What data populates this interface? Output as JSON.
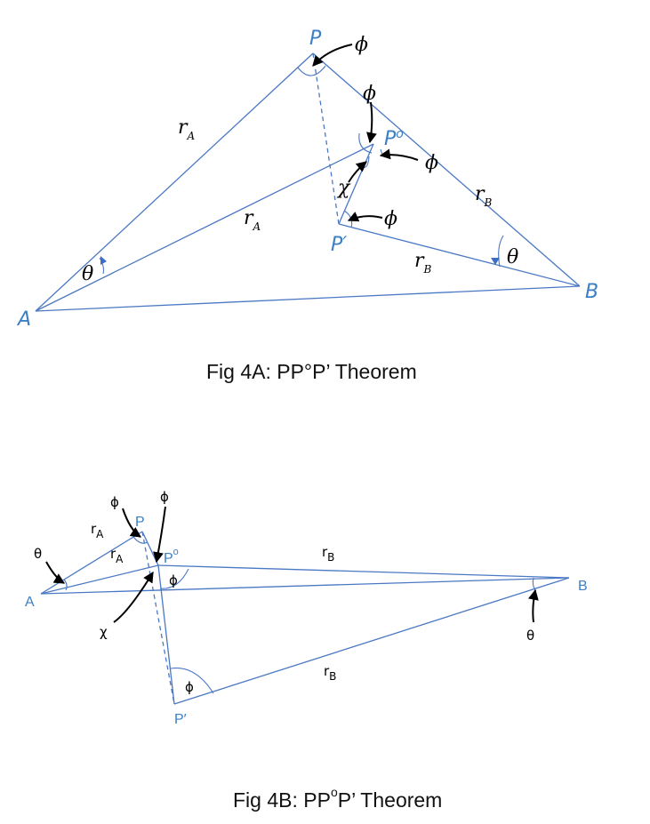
{
  "fig_a": {
    "points": {
      "P": "P",
      "Po": "P",
      "Po_sup": "o",
      "Pprime": "P′",
      "A": "A",
      "B": "B"
    },
    "labels": {
      "rA_1": "r",
      "rA_1_sub": "A",
      "rA_2": "r",
      "rA_2_sub": "A",
      "rB_1": "r",
      "rB_1_sub": "B",
      "rB_2": "r",
      "rB_2_sub": "B",
      "phi_top": "ϕ",
      "phi_mid": "ϕ",
      "phi_right": "ϕ",
      "phi_low": "ϕ",
      "chi": "χ",
      "theta_left": "θ",
      "theta_right": "θ"
    },
    "caption": "Fig 4A: PP°P’ Theorem"
  },
  "fig_b": {
    "points": {
      "P": "P",
      "Po": "P",
      "Po_sup": "o",
      "Pprime": "P′",
      "A": "A",
      "B": "B"
    },
    "labels": {
      "rA_1": "r",
      "rA_1_sub": "A",
      "rA_2": "r",
      "rA_2_sub": "A",
      "rB_1": "r",
      "rB_1_sub": "B",
      "rB_2": "r",
      "rB_2_sub": "B",
      "phi_left": "ϕ",
      "phi_top": "ϕ",
      "phi_po": "ϕ",
      "phi_pprime": "ϕ",
      "chi": "χ",
      "theta_left": "θ",
      "theta_right": "θ"
    },
    "caption_main": "Fig 4B: PP",
    "caption_sup": "o",
    "caption_end": "P’ Theorem"
  }
}
